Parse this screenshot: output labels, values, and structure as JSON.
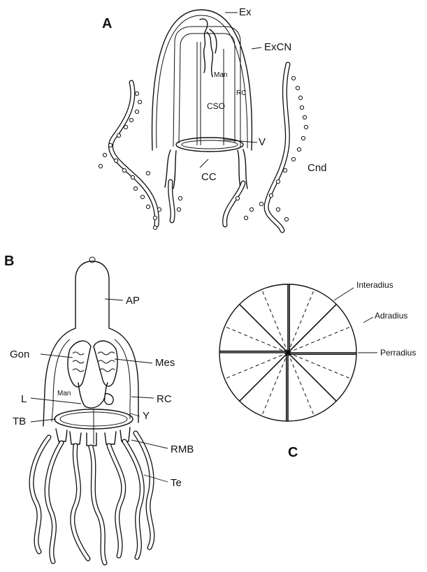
{
  "panels": {
    "a": {
      "letter": "A",
      "labels": {
        "ex": "Ex",
        "excn": "ExCN",
        "man": "Man",
        "rc": "RC",
        "cso": "CSO",
        "v": "V",
        "cc": "CC",
        "cnd": "Cnd"
      }
    },
    "b": {
      "letter": "B",
      "labels": {
        "ap": "AP",
        "gon": "Gon",
        "mes": "Mes",
        "man": "Man",
        "l": "L",
        "rc": "RC",
        "y": "Y",
        "tb": "TB",
        "rmb": "RMB",
        "te": "Te"
      }
    },
    "c": {
      "letter": "C",
      "labels": {
        "interadius": "Interadius",
        "adradius": "Adradius",
        "perradius": "Perradius"
      }
    }
  }
}
